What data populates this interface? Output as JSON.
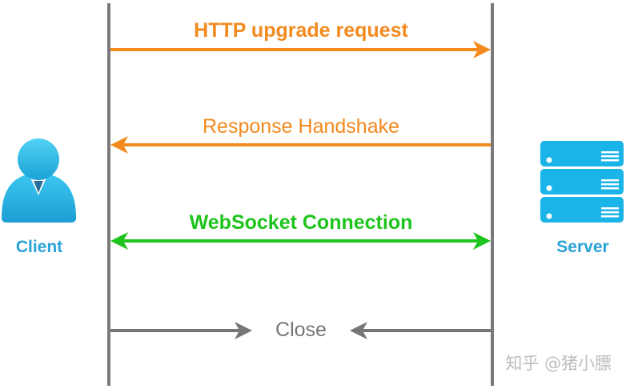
{
  "actors": {
    "client": {
      "label": "Client",
      "icon": "user-icon"
    },
    "server": {
      "label": "Server",
      "icon": "server-icon"
    }
  },
  "messages": [
    {
      "label": "HTTP upgrade request",
      "direction": "client-to-server",
      "color": "#f28a1e",
      "bold": true
    },
    {
      "label": "Response Handshake",
      "direction": "server-to-client",
      "color": "#f28a1e",
      "bold": false
    },
    {
      "label": "WebSocket Connection",
      "direction": "bidirectional",
      "color": "#1dc41b",
      "bold": true
    },
    {
      "label": "Close",
      "direction": "both-inward",
      "color": "#767676",
      "bold": false
    }
  ],
  "watermark": "知乎 @猪小膘",
  "colors": {
    "lifeline": "#7a7a7a",
    "actor": "#29a4d6",
    "server_body": "#1bb4e8"
  }
}
